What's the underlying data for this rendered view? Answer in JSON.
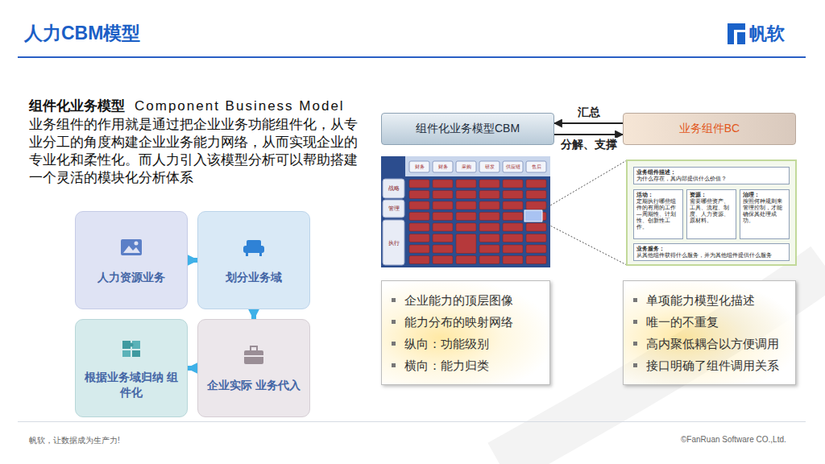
{
  "diagram": {
    "title": "人力CBM模型",
    "nodes": [
      {
        "text": [
          "人力资源业务"
        ]
      },
      {
        "text": [
          "划分业务域"
        ]
      },
      {
        "text": [
          "企业实际 业务代入"
        ]
      },
      {
        "text": [
          "根据业务域归纳 组件化"
        ]
      },
      {
        "text": [
          "组件化业务模型CBM"
        ]
      },
      {
        "text": [
          "业务组件BC"
        ]
      },
      {
        "text": [
          "业务组件描述：",
          "为什么存在，其内部提供什么价值？"
        ]
      },
      {
        "text": [
          "活动：",
          "定期执行哪些组件的有用的工作—周期性、计划性、创新性工作。"
        ]
      },
      {
        "text": [
          "资源：",
          "需要哪些资产、工具、流程、制度、人力资源、原材料。"
        ]
      },
      {
        "text": [
          "治理：",
          "按照何种规则来管理控制，才能确保其处理成功。"
        ]
      },
      {
        "text": [
          "业务服务：",
          "从其他组件获得什么服务，并为其他组件提供什么服务"
        ]
      },
      {
        "text": [
          "企业能力的顶层图像",
          "能力分布的映射网络",
          "纵向：功能级别",
          "横向：能力归类"
        ]
      },
      {
        "text": [
          "单项能力模型化描述",
          "唯一的不重复",
          "高内聚低耦合以方便调用",
          "接口明确了组件调用关系"
        ]
      }
    ],
    "edges": [
      {
        "from": 0,
        "to": 1,
        "arrow": "to"
      },
      {
        "from": 1,
        "to": 2,
        "arrow": "to"
      },
      {
        "from": 2,
        "to": 3,
        "arrow": "to"
      },
      {
        "from": 5,
        "to": 4,
        "arrow": "to",
        "label": "汇总"
      },
      {
        "from": 4,
        "to": 5,
        "arrow": "to",
        "label": "分解、支撑"
      }
    ],
    "labels": [
      "帆软",
      "组件化业务模型",
      "Component Business Model",
      "业务组件的作用就是通过把企业业务功能组件化，从专业分工的角度构建企业业务能力网络，从而实现企业的专业化和柔性化。而人力引入该模型分析可以帮助搭建一个灵活的模块化分析体系",
      "财务",
      "财务",
      "采购",
      "研发",
      "供应链",
      "售后",
      "战略",
      "管理",
      "执行",
      "帆软，让数据成为生产力!",
      "©FanRuan Software CO.,Ltd."
    ]
  }
}
